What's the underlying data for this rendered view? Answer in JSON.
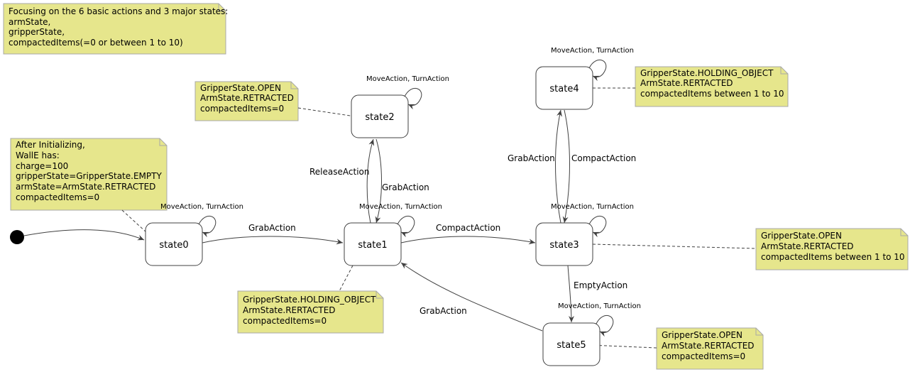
{
  "notes": {
    "top_note": [
      "Focusing on the 6 basic actions and 3 major states:",
      "armState,",
      "gripperState,",
      "compactedItems(=0 or between 1 to 10)"
    ],
    "state0_note": [
      "After Initializing,",
      "WallE has:",
      "charge=100",
      "gripperState=GripperState.EMPTY",
      "armState=ArmState.RETRACTED",
      "compactedItems=0"
    ],
    "state2_note": [
      "GripperState.OPEN",
      "ArmState.RETRACTED",
      "compactedItems=0"
    ],
    "state1_note": [
      "GripperState.HOLDING_OBJECT",
      "ArmState.RERTACTED",
      "compactedItems=0"
    ],
    "state4_note": [
      "GripperState.HOLDING_OBJECT",
      "ArmState.RERTACTED",
      "compactedItems between 1 to 10"
    ],
    "state3_note": [
      "GripperState.OPEN",
      "ArmState.RERTACTED",
      "compactedItems between 1 to 10"
    ],
    "state5_note": [
      "GripperState.OPEN",
      "ArmState.RERTACTED",
      "compactedItems=0"
    ]
  },
  "states": {
    "state0": "state0",
    "state1": "state1",
    "state2": "state2",
    "state3": "state3",
    "state4": "state4",
    "state5": "state5"
  },
  "self_loop_label": "MoveAction, TurnAction",
  "transitions": {
    "state0_to_state1": "GrabAction",
    "state1_to_state2": "ReleaseAction",
    "state2_to_state1": "GrabAction",
    "state1_to_state3": "CompactAction",
    "state3_to_state4": "GrabAction",
    "state4_to_state3": "CompactAction",
    "state3_to_state5": "EmptyAction",
    "state5_to_state1": "GrabAction"
  },
  "colors": {
    "note_fill": "#e6e68c",
    "note_stroke": "#a8a8a8",
    "state_fill": "#ffffff",
    "line": "#404040",
    "initial": "#000000"
  }
}
